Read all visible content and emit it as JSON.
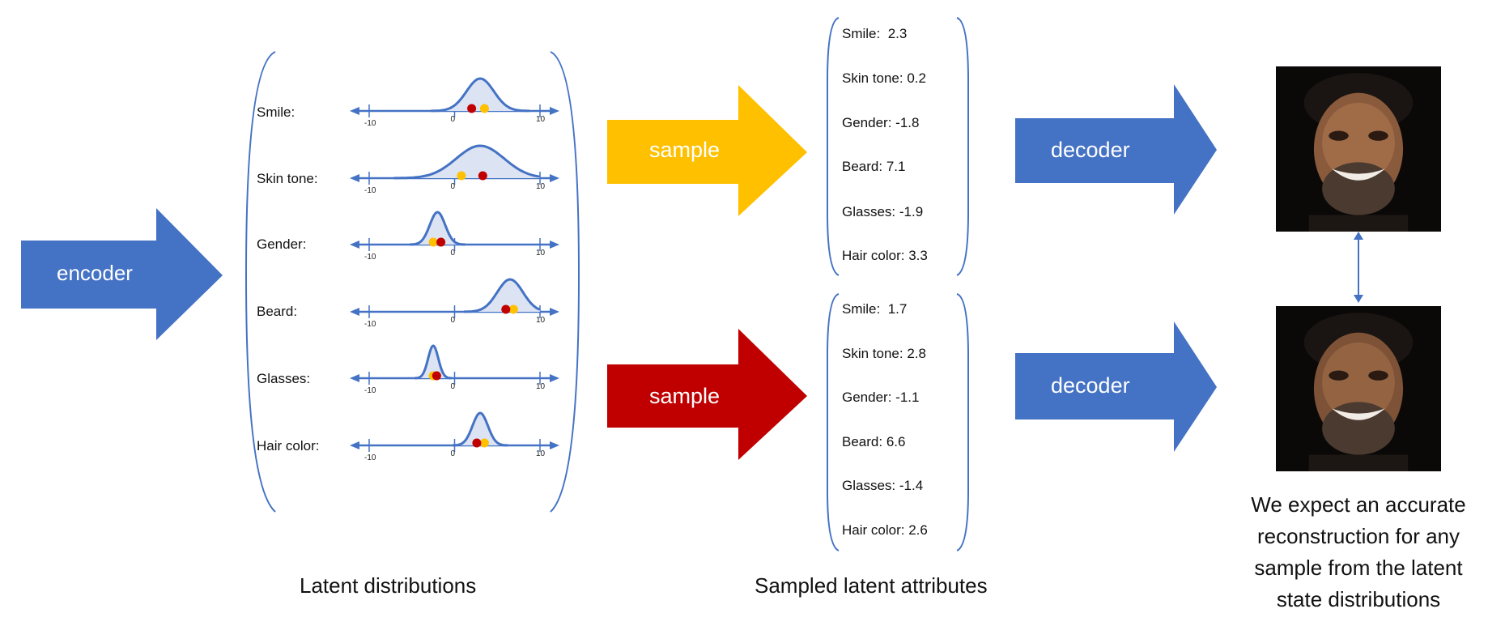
{
  "arrows": {
    "encoder": "encoder",
    "sample_top": "sample",
    "sample_bottom": "sample",
    "decoder_top": "decoder",
    "decoder_bottom": "decoder"
  },
  "colors": {
    "blue": "#4472C4",
    "orange": "#FFC000",
    "red": "#C00000",
    "curve_fill": "#DCE3F2"
  },
  "latent": {
    "caption": "Latent distributions",
    "axis_ticks": [
      "-10",
      "0",
      "10"
    ],
    "attributes": [
      {
        "label": "Smile:",
        "mean": 3,
        "sd": 1.6,
        "orange": 3.5,
        "red": 2.0
      },
      {
        "label": "Skin tone:",
        "mean": 3,
        "sd": 2.8,
        "orange": 0.8,
        "red": 3.3
      },
      {
        "label": "Gender:",
        "mean": -2,
        "sd": 0.9,
        "orange": -2.5,
        "red": -1.6
      },
      {
        "label": "Beard:",
        "mean": 6.5,
        "sd": 1.5,
        "orange": 6.9,
        "red": 6.0
      },
      {
        "label": "Glasses:",
        "mean": -2.5,
        "sd": 0.6,
        "orange": -2.5,
        "red": -2.1
      },
      {
        "label": "Hair color:",
        "mean": 3,
        "sd": 0.9,
        "orange": 3.5,
        "red": 2.6
      }
    ]
  },
  "samples_top": [
    {
      "label": "Smile:",
      "value": "2.3"
    },
    {
      "label": "Skin tone:",
      "value": "0.2"
    },
    {
      "label": "Gender:",
      "value": "-1.8"
    },
    {
      "label": "Beard:",
      "value": "7.1"
    },
    {
      "label": "Glasses:",
      "value": "-1.9"
    },
    {
      "label": "Hair color:",
      "value": "3.3"
    }
  ],
  "samples_bottom": [
    {
      "label": "Smile:",
      "value": "1.7"
    },
    {
      "label": "Skin tone:",
      "value": "2.8"
    },
    {
      "label": "Gender:",
      "value": "-1.1"
    },
    {
      "label": "Beard:",
      "value": "6.6"
    },
    {
      "label": "Glasses:",
      "value": "-1.4"
    },
    {
      "label": "Hair color:",
      "value": "2.6"
    }
  ],
  "samples_caption": "Sampled latent attributes",
  "output_note": [
    "We expect an accurate",
    "reconstruction for any",
    "sample from the latent",
    "state distributions"
  ],
  "icons": {
    "face_top": "face-photo-icon",
    "face_bottom": "face-photo-icon",
    "link": "double-arrow-icon"
  }
}
